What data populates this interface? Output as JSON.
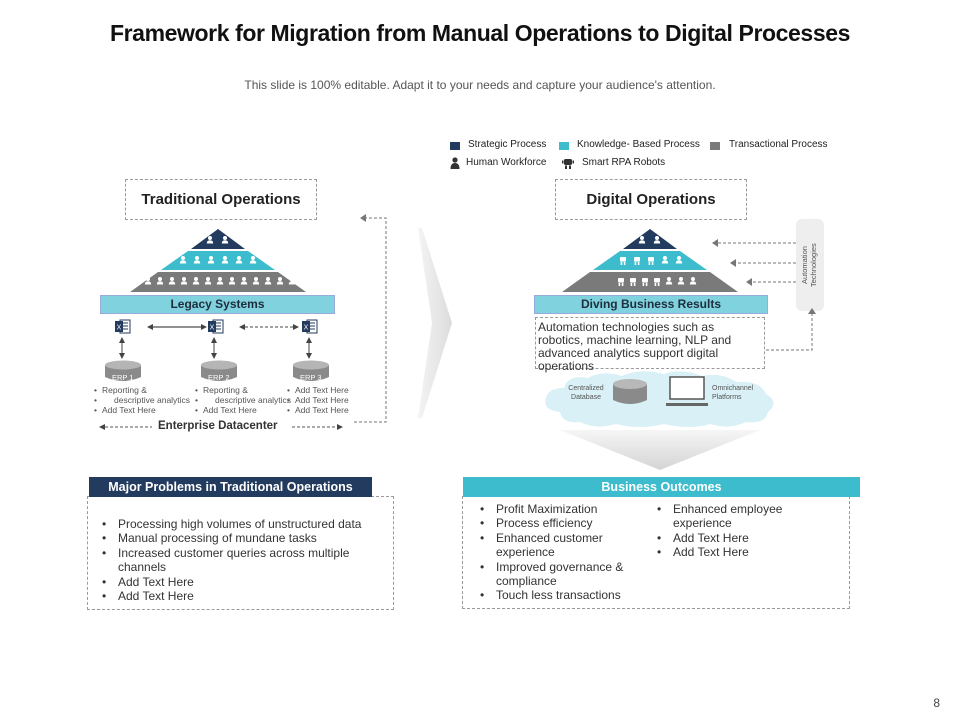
{
  "title": "Framework for Migration from Manual Operations to Digital Processes",
  "subtitle": "This slide is 100% editable. Adapt it to your needs and capture your audience's attention.",
  "legend": {
    "strategic": "Strategic Process",
    "knowledge": "Knowledge- Based Process",
    "transactional": "Transactional Process",
    "human": "Human Workforce",
    "robots": "Smart RPA Robots"
  },
  "colors": {
    "strategic": "#233b5e",
    "knowledge": "#3cbccc",
    "transactional": "#7a7a7a",
    "band": "#7fd2de",
    "problems_header": "#233b5e",
    "outcomes_header": "#3cbccc"
  },
  "traditional": {
    "title": "Traditional Operations",
    "band": "Legacy Systems",
    "erps": [
      {
        "label": "ERP 1",
        "bullets": [
          "Reporting &",
          "descriptive analytics",
          "Add Text Here"
        ]
      },
      {
        "label": "ERP 2",
        "bullets": [
          "Reporting &",
          "descriptive analytics",
          "Add Text Here"
        ]
      },
      {
        "label": "ERP 3",
        "bullets": [
          "Add Text Here",
          "Add Text Here",
          "Add Text Here"
        ]
      }
    ],
    "datacenter": "Enterprise Datacenter"
  },
  "digital": {
    "title": "Digital Operations",
    "band": "Diving  Business Results",
    "automation_label": "Automation Technologies",
    "automation_text": "Automation technologies such as robotics, machine learning, NLP and advanced analytics support digital operations",
    "db_label": "Centralized Database",
    "omni_label": "Omnichannel Platforms"
  },
  "problems": {
    "header": "Major Problems in Traditional Operations",
    "items": [
      "Processing high volumes of unstructured data",
      "Manual processing of mundane tasks",
      "Increased customer queries across multiple channels",
      "Add Text Here",
      "Add Text Here"
    ]
  },
  "outcomes": {
    "header": "Business  Outcomes",
    "left": [
      "Profit Maximization",
      "Process efficiency",
      "Enhanced customer experience",
      "Improved governance & compliance",
      "Touch less transactions"
    ],
    "right": [
      "Enhanced employee experience",
      "Add Text Here",
      "Add Text Here"
    ]
  },
  "page_number": "8"
}
